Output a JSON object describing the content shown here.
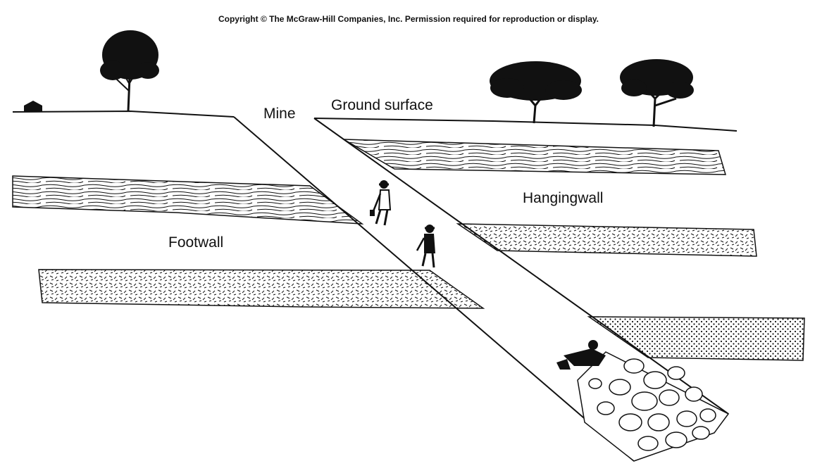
{
  "copyright": "Copyright © The McGraw-Hill Companies, Inc. Permission required for reproduction or display.",
  "labels": {
    "mine": "Mine",
    "ground_surface": "Ground surface",
    "hangingwall": "Hangingwall",
    "footwall": "Footwall"
  },
  "icons": {
    "house": "house-icon",
    "tree": "tree-icon",
    "miner": "miner-icon",
    "ore": "ore-rubble"
  },
  "colors": {
    "ink": "#111111",
    "background": "#ffffff"
  }
}
